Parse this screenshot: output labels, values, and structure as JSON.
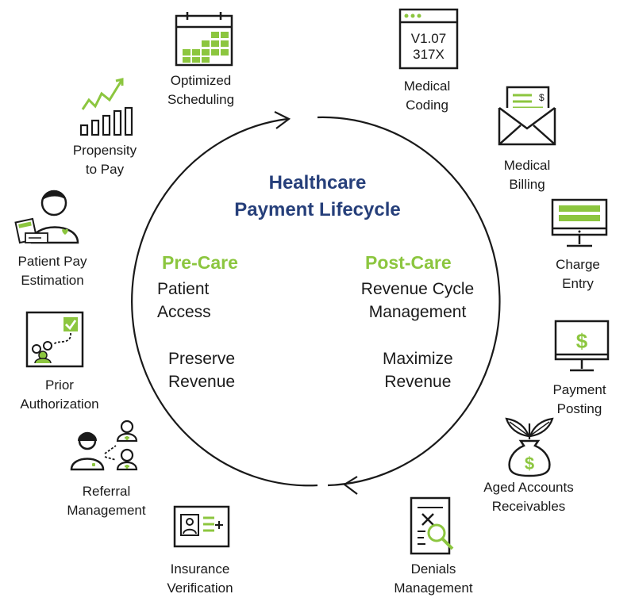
{
  "title": "Healthcare\nPayment Lifecycle",
  "colors": {
    "accent": "#8cc63f",
    "title": "#263f7a",
    "ink": "#1a1a1a"
  },
  "pre_care": {
    "heading": "Pre-Care",
    "line1": "Patient\nAccess",
    "line2": "Preserve\nRevenue"
  },
  "post_care": {
    "heading": "Post-Care",
    "line1": "Revenue Cycle\nManagement",
    "line2": "Maximize\nRevenue"
  },
  "stages": [
    {
      "label": "Optimized\nScheduling",
      "icon": "calendar-icon"
    },
    {
      "label": "Medical\nCoding",
      "icon": "code-window-icon",
      "code_lines": [
        "V1.07",
        "317X"
      ]
    },
    {
      "label": "Medical\nBilling",
      "icon": "envelope-bill-icon"
    },
    {
      "label": "Charge\nEntry",
      "icon": "monitor-form-icon"
    },
    {
      "label": "Payment\nPosting",
      "icon": "monitor-dollar-icon"
    },
    {
      "label": "Aged Accounts\nReceivables",
      "icon": "money-bag-icon"
    },
    {
      "label": "Denials\nManagement",
      "icon": "document-search-icon"
    },
    {
      "label": "Insurance\nVerification",
      "icon": "id-card-icon"
    },
    {
      "label": "Referral\nManagement",
      "icon": "referral-people-icon"
    },
    {
      "label": "Prior\nAuthorization",
      "icon": "checklist-people-icon"
    },
    {
      "label": "Patient Pay\nEstimation",
      "icon": "patient-calculator-icon"
    },
    {
      "label": "Propensity\nto Pay",
      "icon": "growth-chart-icon"
    }
  ]
}
